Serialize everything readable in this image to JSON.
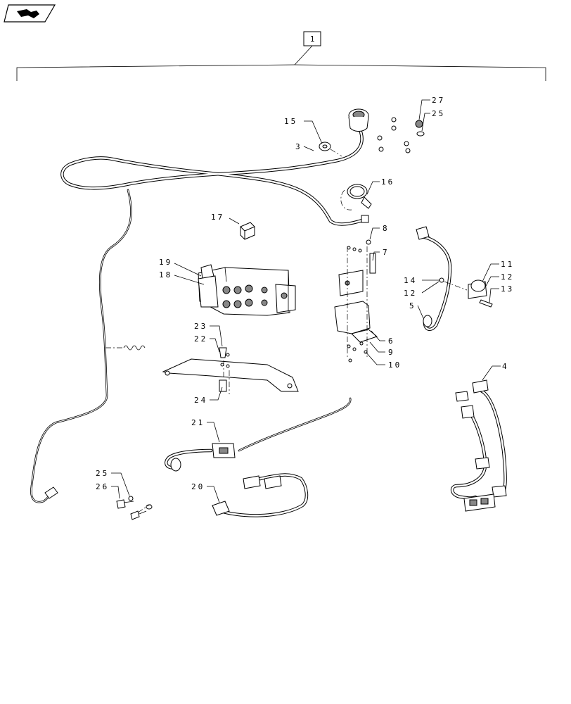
{
  "page": {
    "nav_icon": "page-navigation-arrow-icon",
    "assembly_number": "1"
  },
  "callouts": [
    {
      "id": "c27",
      "text": "27"
    },
    {
      "id": "c25a",
      "text": "25"
    },
    {
      "id": "c15",
      "text": "15"
    },
    {
      "id": "c3",
      "text": "3"
    },
    {
      "id": "c16",
      "text": "16"
    },
    {
      "id": "c17",
      "text": "17"
    },
    {
      "id": "c8",
      "text": "8"
    },
    {
      "id": "c7",
      "text": "7"
    },
    {
      "id": "c19",
      "text": "19"
    },
    {
      "id": "c18",
      "text": "18"
    },
    {
      "id": "c11",
      "text": "11"
    },
    {
      "id": "c12a",
      "text": "12"
    },
    {
      "id": "c13",
      "text": "13"
    },
    {
      "id": "c14",
      "text": "14"
    },
    {
      "id": "c12b",
      "text": "12"
    },
    {
      "id": "c5",
      "text": "5"
    },
    {
      "id": "c23",
      "text": "23"
    },
    {
      "id": "c22",
      "text": "22"
    },
    {
      "id": "c6",
      "text": "6"
    },
    {
      "id": "c9",
      "text": "9"
    },
    {
      "id": "c10",
      "text": "10"
    },
    {
      "id": "c4",
      "text": "4"
    },
    {
      "id": "c24",
      "text": "24"
    },
    {
      "id": "c21",
      "text": "21"
    },
    {
      "id": "c25b",
      "text": "25"
    },
    {
      "id": "c26",
      "text": "26"
    },
    {
      "id": "c20",
      "text": "20"
    }
  ]
}
